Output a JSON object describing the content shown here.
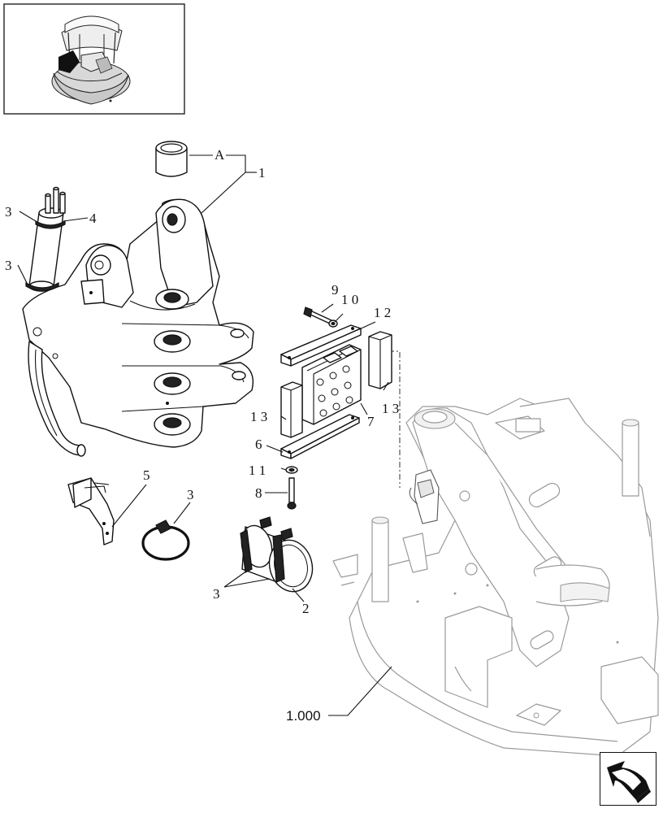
{
  "diagram": {
    "labels": {
      "ref_a": "A",
      "part_1": "1",
      "part_2": "2",
      "part_3": "3",
      "part_4": "4",
      "part_5": "5",
      "part_6": "6",
      "part_7": "7",
      "part_8": "8",
      "part_9": "9",
      "part_10": "1 0",
      "part_11": "1 1",
      "part_12": "1 2",
      "part_13": "1 3",
      "ref_assembly": "1.000"
    }
  },
  "navigation": {
    "next_icon": "curved-arrow-icon"
  }
}
